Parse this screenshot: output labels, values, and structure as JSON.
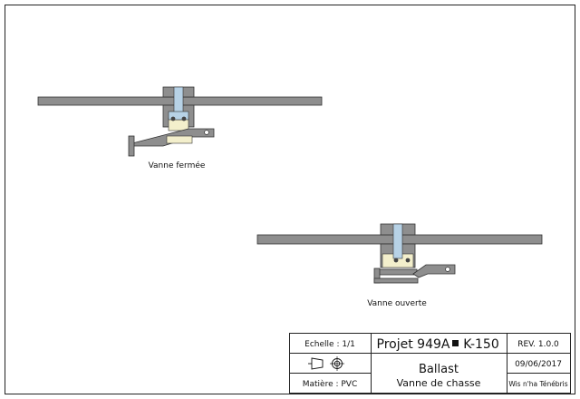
{
  "views": {
    "closed_label": "Vanne fermée",
    "open_label": "Vanne ouverte"
  },
  "title_block": {
    "scale": "Echelle : 1/1",
    "project_prefix": "Projet 949A",
    "project_suffix": "K-150",
    "revision": "REV. 1.0.0",
    "material": "Matière : PVC",
    "title": "Ballast",
    "subtitle": "Vanne de chasse",
    "date": "09/06/2017",
    "author": "Wis n'ha Ténébris"
  },
  "colors": {
    "gray": "#8e8e8e",
    "dark_gray": "#6f6f6f",
    "water": "#b7d2e6",
    "cream": "#f3efcc",
    "outline": "#333333"
  },
  "icons": [
    "projection-symbol-icon"
  ]
}
